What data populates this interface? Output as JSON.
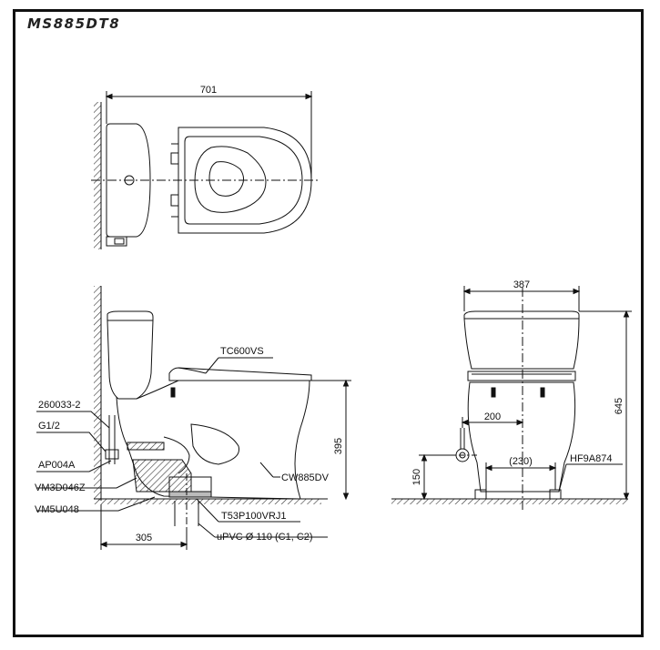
{
  "title": "MS885DT8",
  "dimensions": {
    "top_width": "701",
    "front_width": "387",
    "side_rough_in": "305",
    "side_height": "395",
    "front_height": "645",
    "front_offset": "200",
    "front_spacing": "(230)",
    "front_inlet_height": "150"
  },
  "parts": {
    "seat": "TC600VS",
    "bowl": "CW885DV",
    "angle_valve": "260033-2",
    "thread": "G1/2",
    "supply_hose": "AP004A",
    "flange": "VM3D046Z",
    "gasket": "VM5U048",
    "adapter": "T53P100VRJ1",
    "drain": "uPVC Ø 110 (C1, C2)",
    "bolt_cap": "HF9A874"
  },
  "colors": {
    "line": "#111111",
    "hatch": "#333333",
    "frame": "#111111"
  }
}
